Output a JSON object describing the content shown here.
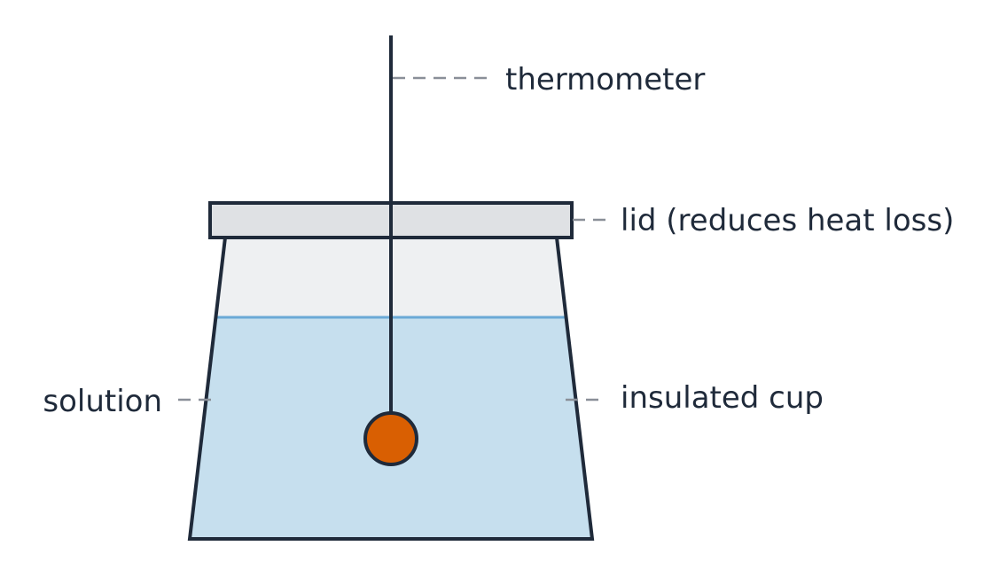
{
  "diagram": {
    "labels": {
      "thermometer": "thermometer",
      "lid": "lid (reduces heat loss)",
      "solution": "solution",
      "cup": "insulated cup"
    }
  },
  "colors": {
    "outline": "#1f2a3a",
    "lid_fill": "#dfe1e4",
    "cup_air_fill": "#eef0f2",
    "solution_fill": "#c6dfee",
    "solution_surface": "#6aa9d6",
    "thermometer_bulb": "#d95f02",
    "leader_line": "#8a8f98",
    "label_text": "#1f2a3a"
  }
}
